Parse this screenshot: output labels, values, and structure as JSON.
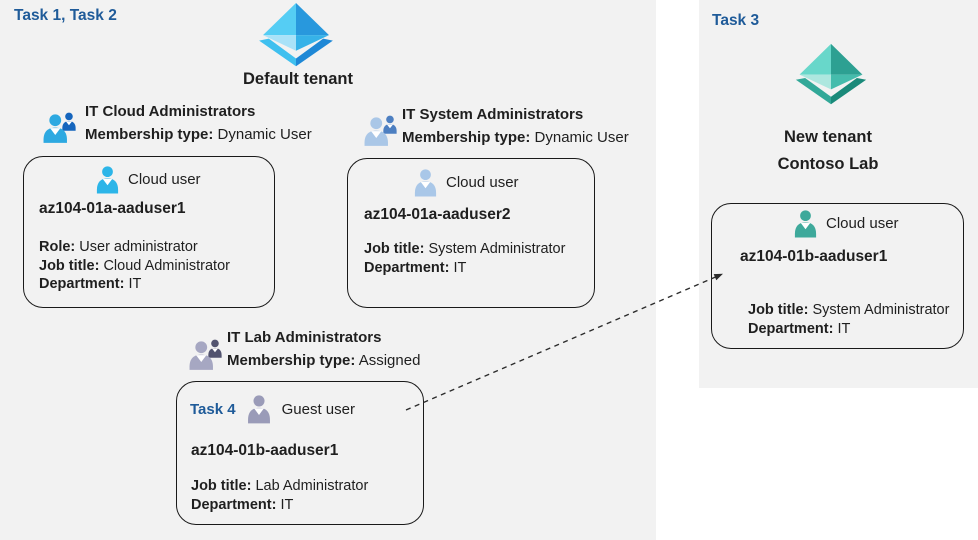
{
  "palette": {
    "panel_background": "#f2f2f2",
    "task_label_color": "#1f5b99",
    "text_color": "#1f1f1f",
    "box_border": "#1a1a1a",
    "arrow_color": "#2b2b2b"
  },
  "icons": {
    "tenant_blue": {
      "face_ul": "#55cdf4",
      "face_ur": "#2898dd",
      "face_ll": "#a9e2f8",
      "face_lr": "#36b2e8",
      "base_l": "#3fc0ef",
      "base_r": "#1e88d6"
    },
    "tenant_teal": {
      "face_ul": "#68d7ca",
      "face_ur": "#2da092",
      "face_ll": "#ade7df",
      "face_lr": "#45bcac",
      "base_l": "#32a898",
      "base_r": "#1a8a7a"
    },
    "group_cloud_front": "#2da9e1",
    "group_cloud_back": "#1565bd",
    "group_system_front": "#aac7e7",
    "group_system_back": "#4d7fc1",
    "group_lab_front": "#a6a7c2",
    "group_lab_back": "#52536f",
    "user_cloud_bright": "#2cb5e8",
    "user_cloud_steel": "#a9c7e8",
    "user_guest": "#9a9bb8",
    "user_cloud_teal": "#3ea99b",
    "notch": "#ffffff"
  },
  "left": {
    "task_label": "Task 1, Task 2",
    "tenant_name": "Default tenant",
    "groups": {
      "cloud": {
        "name": "IT Cloud Administrators",
        "membership_label": "Membership type:",
        "membership_value": "Dynamic User"
      },
      "system": {
        "name": "IT System Administrators",
        "membership_label": "Membership type:",
        "membership_value": "Dynamic User"
      },
      "lab": {
        "name": "IT Lab Administrators",
        "membership_label": "Membership type:",
        "membership_value": "Assigned"
      }
    },
    "cards": {
      "user1": {
        "type_label": "Cloud user",
        "username": "az104-01a-aaduser1",
        "fields": [
          {
            "label": "Role:",
            "value": "User administrator"
          },
          {
            "label": "Job title:",
            "value": "Cloud Administrator"
          },
          {
            "label": "Department:",
            "value": "IT"
          }
        ]
      },
      "user2": {
        "type_label": "Cloud user",
        "username": "az104-01a-aaduser2",
        "fields": [
          {
            "label": "Job title:",
            "value": "System Administrator"
          },
          {
            "label": "Department:",
            "value": "IT"
          }
        ]
      },
      "guest": {
        "task_label": "Task 4",
        "type_label": "Guest user",
        "username": "az104-01b-aaduser1",
        "fields": [
          {
            "label": "Job title:",
            "value": "Lab Administrator"
          },
          {
            "label": "Department:",
            "value": "IT"
          }
        ]
      }
    }
  },
  "right": {
    "task_label": "Task 3",
    "tenant_name_line1": "New tenant",
    "tenant_name_line2": "Contoso Lab",
    "card": {
      "type_label": "Cloud user",
      "username": "az104-01b-aaduser1",
      "fields": [
        {
          "label": "Job title:",
          "value": "System Administrator"
        },
        {
          "label": "Department:",
          "value": "IT"
        }
      ]
    }
  }
}
